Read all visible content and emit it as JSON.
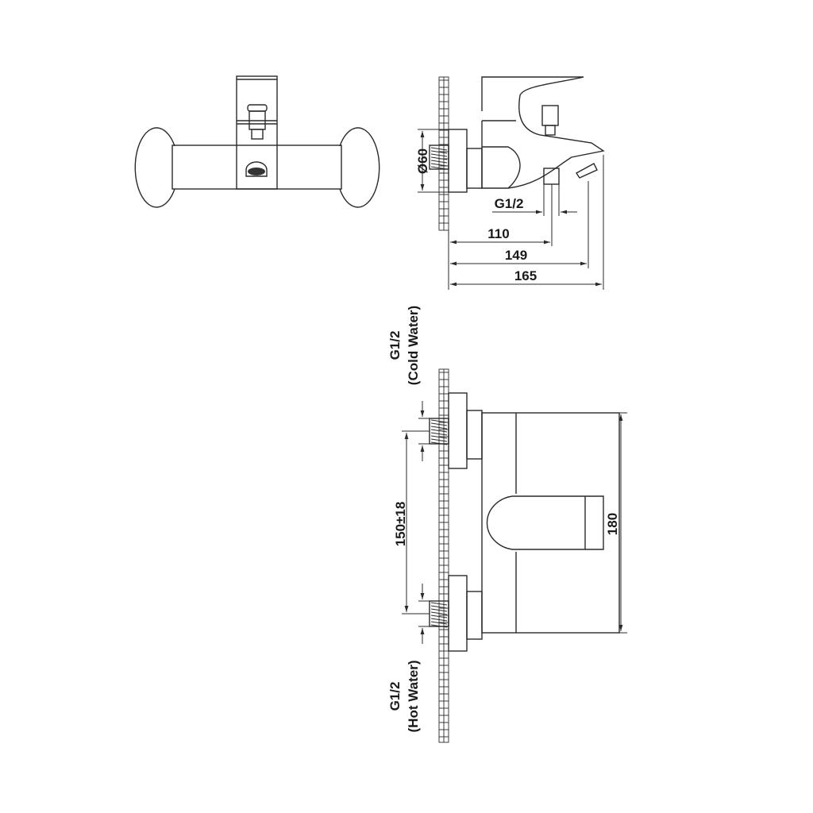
{
  "colors": {
    "line": "#2a2a2a",
    "background": "#ffffff"
  },
  "side_view": {
    "diameter_label": "Ø60",
    "thread_label": "G1/2",
    "dim_110": "110",
    "dim_149": "149",
    "dim_165": "165"
  },
  "front_view": {
    "cold_label_line1": "G1/2",
    "cold_label_line2": "(Cold Water)",
    "hot_label_line1": "G1/2",
    "hot_label_line2": "(Hot Water)",
    "centers_label": "150±18",
    "height_label": "180"
  }
}
